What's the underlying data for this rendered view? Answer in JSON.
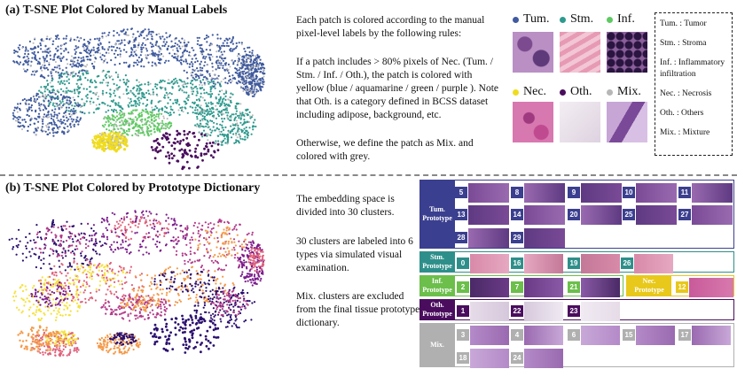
{
  "panel_a": {
    "title": "(a) T-SNE Plot Colored by Manual Labels",
    "para1": "Each patch is colored according to the manual pixel-level labels by the following rules:",
    "para2": "If a patch includes > 80% pixels of Nec. (Tum. / Stm. / Inf. / Oth.), the patch is colored with yellow  (blue / aquamarine / green  / purple ). Note that Oth. is a category defined in BCSS dataset including adipose, background, etc.",
    "para3": "Otherwise, we define the patch as Mix. and colored with grey.",
    "legend": [
      {
        "label": "Tum.",
        "color": "#3f5a9e"
      },
      {
        "label": "Stm.",
        "color": "#2e9a8e"
      },
      {
        "label": "Inf.",
        "color": "#5ec962"
      },
      {
        "label": "Nec.",
        "color": "#f0dc1c"
      },
      {
        "label": "Oth.",
        "color": "#4a0d5e"
      },
      {
        "label": "Mix.",
        "color": "#b7b7b7"
      }
    ],
    "definitions": [
      "Tum. : Tumor",
      "Stm. : Stroma",
      "Inf. : Inflammatory infiltration",
      "Nec. : Necrosis",
      "Oth. : Others",
      "Mix. : Mixture"
    ]
  },
  "panel_b": {
    "title": "(b) T-SNE Plot Colored by Prototype Dictionary",
    "para1": "The embedding space is divided into 30 clusters.",
    "para2": "30 clusters are labeled into 6 types via simulated visual examination.",
    "para3": "Mix. clusters are excluded from the final tissue prototype dictionary.",
    "rows": {
      "tum_label": "Tum. Prototype",
      "stm_label": "Stm. Prototype",
      "inf_label": "Inf. Prototype",
      "nec_label": "Nec. Prototype",
      "oth_label": "Oth. Prototype",
      "mix_label": "Mix."
    },
    "badges": {
      "tum": [
        "5",
        "8",
        "9",
        "10",
        "11",
        "13",
        "14",
        "20",
        "25",
        "27",
        "28",
        "29"
      ],
      "stm": [
        "0",
        "16",
        "19",
        "26"
      ],
      "inf": [
        "2",
        "7",
        "21"
      ],
      "nec": [
        "12"
      ],
      "oth": [
        "1",
        "22",
        "23"
      ],
      "mix": [
        "3",
        "4",
        "6",
        "15",
        "17",
        "18",
        "24"
      ]
    },
    "colors": {
      "tum": "#3b3f8f",
      "stm": "#2e8f8a",
      "inf": "#6bbf4a",
      "nec": "#e8c81a",
      "oth": "#4a0d5e",
      "mix": "#b0b0b0"
    }
  }
}
